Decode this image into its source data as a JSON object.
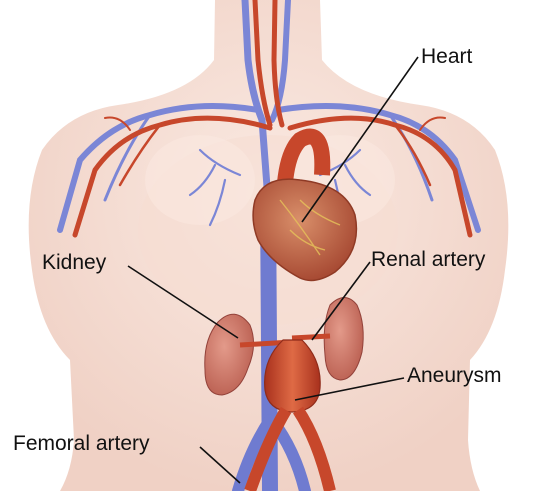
{
  "labels": {
    "heart": "Heart",
    "kidney": "Kidney",
    "renal_artery": "Renal artery",
    "aneurysm": "Aneurysm",
    "femoral_artery": "Femoral artery"
  },
  "colors": {
    "skin": "#f3d3c6",
    "skin_shadow": "#e9b8a6",
    "artery": "#c7472b",
    "artery_dark": "#9c2e1b",
    "vein": "#7b86d6",
    "heart": "#c86a4b",
    "kidney": "#d27d6e",
    "leader_line": "#111111"
  }
}
